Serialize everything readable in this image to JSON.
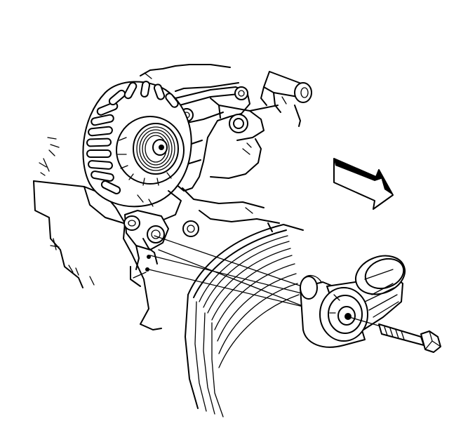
{
  "figure": {
    "description_visible_text": "",
    "colors": {
      "ink": "#000000",
      "paper": "#ffffff"
    },
    "parts": [
      {
        "id": "generator",
        "icon": "generator-icon"
      },
      {
        "id": "generator-pulley",
        "icon": "pulley-icon"
      },
      {
        "id": "engine-bracket",
        "icon": "bracket-icon"
      },
      {
        "id": "crankshaft-balancer-belt",
        "icon": "belt-icon"
      },
      {
        "id": "drive-belt-tensioner",
        "icon": "tensioner-icon"
      },
      {
        "id": "tensioner-bolt",
        "icon": "bolt-icon"
      },
      {
        "id": "front-direction-arrow",
        "icon": "arrow-icon"
      }
    ]
  }
}
